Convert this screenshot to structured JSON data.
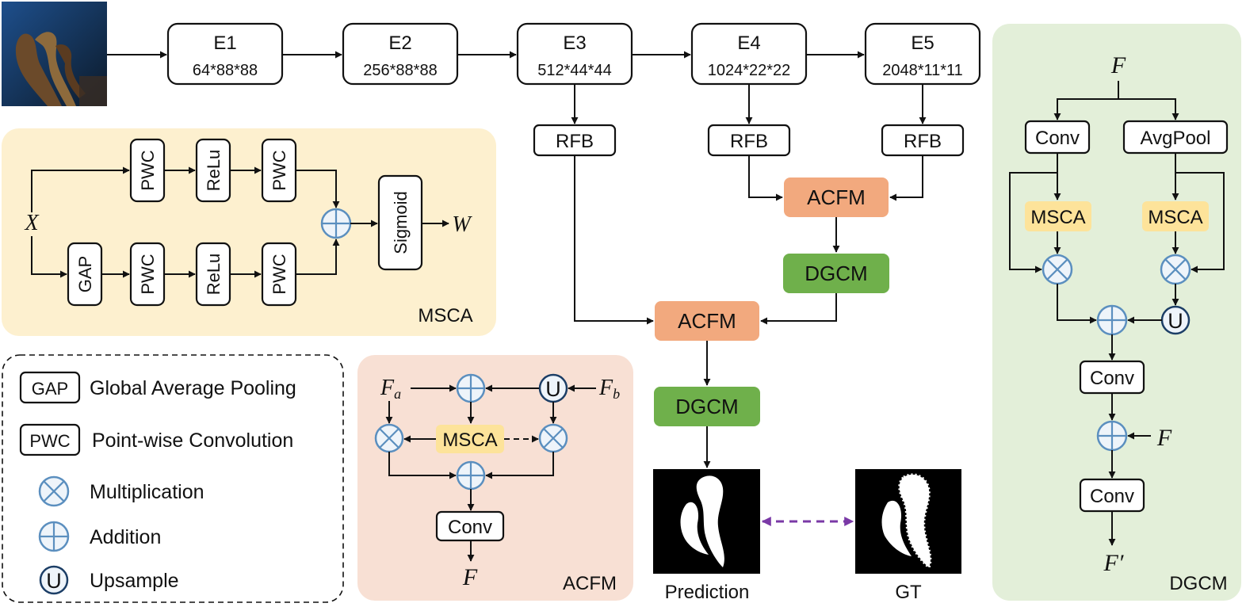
{
  "encoder": [
    {
      "name": "E1",
      "dims": "64*88*88"
    },
    {
      "name": "E2",
      "dims": "256*88*88"
    },
    {
      "name": "E3",
      "dims": "512*44*44"
    },
    {
      "name": "E4",
      "dims": "1024*22*22"
    },
    {
      "name": "E5",
      "dims": "2048*11*11"
    }
  ],
  "decoder": {
    "rfb": "RFB",
    "acfm": "ACFM",
    "dgcm": "DGCM",
    "prediction_label": "Prediction",
    "gt_label": "GT"
  },
  "msca_panel": {
    "title": "MSCA",
    "pwc": "PWC",
    "relu": "ReLu",
    "gap": "GAP",
    "sigmoid": "Sigmoid",
    "input": "X",
    "output": "W"
  },
  "legend": {
    "items": [
      {
        "key": "GAP",
        "text": "Global Average Pooling"
      },
      {
        "key": "PWC",
        "text": "Point-wise Convolution"
      },
      {
        "key": "multiplication",
        "text": "Multiplication"
      },
      {
        "key": "addition",
        "text": "Addition"
      },
      {
        "key": "upsample",
        "text": "Upsample"
      }
    ],
    "upsample_symbol": "U"
  },
  "acfm_panel": {
    "title": "ACFM",
    "fa": "F",
    "fa_sub": "a",
    "fb": "F",
    "fb_sub": "b",
    "msca": "MSCA",
    "conv": "Conv",
    "output": "F",
    "upsample_symbol": "U"
  },
  "dgcm_panel": {
    "title": "DGCM",
    "input": "F",
    "conv": "Conv",
    "avgpool": "AvgPool",
    "msca": "MSCA",
    "side_input": "F",
    "output": "F′",
    "upsample_symbol": "U"
  },
  "colors": {
    "msca_bg": "#fdf0cf",
    "acfm_bg": "#f8e0d4",
    "dgcm_bg": "#e3efd9",
    "acfm_block": "#f2a97e",
    "dgcm_block": "#6fb04b",
    "msca_block": "#fde39a",
    "operator": "#5b8fbf",
    "dashed_arrow": "#7a39a6"
  }
}
